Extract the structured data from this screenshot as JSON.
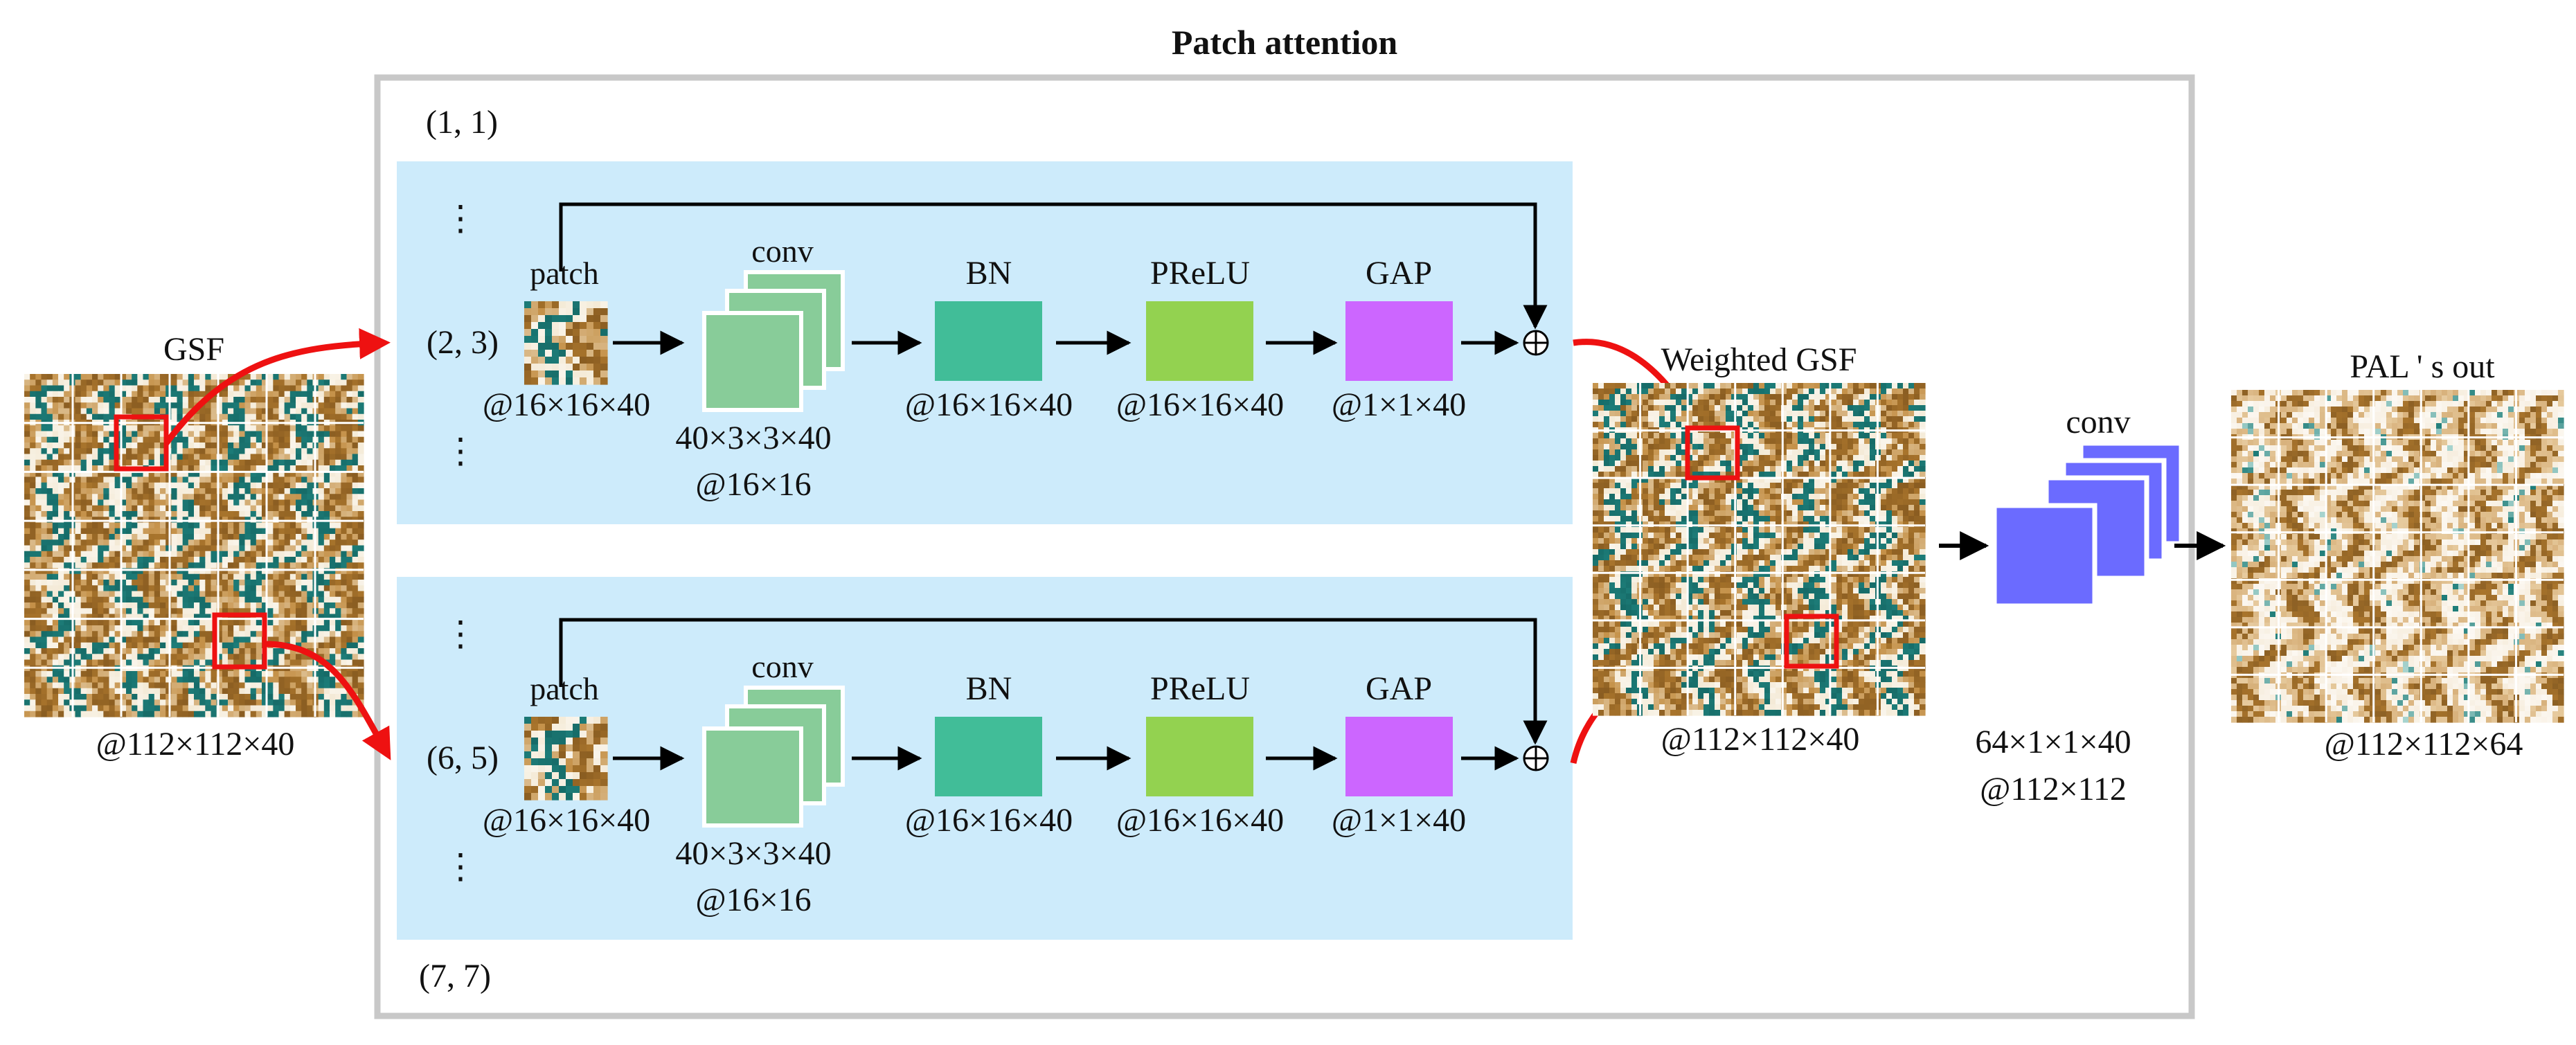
{
  "title": "Patch attention",
  "colors": {
    "panel": "#cdebfb",
    "frame": "#c8c8c8",
    "conv_block": "#88cc99",
    "bn": "#41bd98",
    "prelu": "#93d250",
    "gap": "#cc66ff",
    "out_conv": "#6b6bff",
    "red": "#ee1111",
    "brown": "#a8742c",
    "teal": "#1d7c78",
    "cream": "#f4ead6"
  },
  "labels": {
    "gsf": "GSF",
    "gsf_dim": "@112×112×40",
    "weighted_gsf": "Weighted GSF",
    "weighted_dim": "@112×112×40",
    "out_conv": "conv",
    "out_conv_dim1": "64×1×1×40",
    "out_conv_dim2": "@112×112",
    "pal_out": "PAL ' s out",
    "pal_dim": "@112×112×64",
    "idx_first": "(1, 1)",
    "idx_last": "(7, 7)",
    "vdots": "⋮",
    "oplus": "⊕"
  },
  "branches": [
    {
      "index": "(2, 3)",
      "patch": "patch",
      "patch_dim": "@16×16×40",
      "conv": "conv",
      "conv_dim1": "40×3×3×40",
      "conv_dim2": "@16×16",
      "bn": "BN",
      "bn_dim": "@16×16×40",
      "prelu": "PReLU",
      "prelu_dim": "@16×16×40",
      "gap": "GAP",
      "gap_dim": "@1×1×40"
    },
    {
      "index": "(6, 5)",
      "patch": "patch",
      "patch_dim": "@16×16×40",
      "conv": "conv",
      "conv_dim1": "40×3×3×40",
      "conv_dim2": "@16×16",
      "bn": "BN",
      "bn_dim": "@16×16×40",
      "prelu": "PReLU",
      "prelu_dim": "@16×16×40",
      "gap": "GAP",
      "gap_dim": "@1×1×40"
    }
  ]
}
